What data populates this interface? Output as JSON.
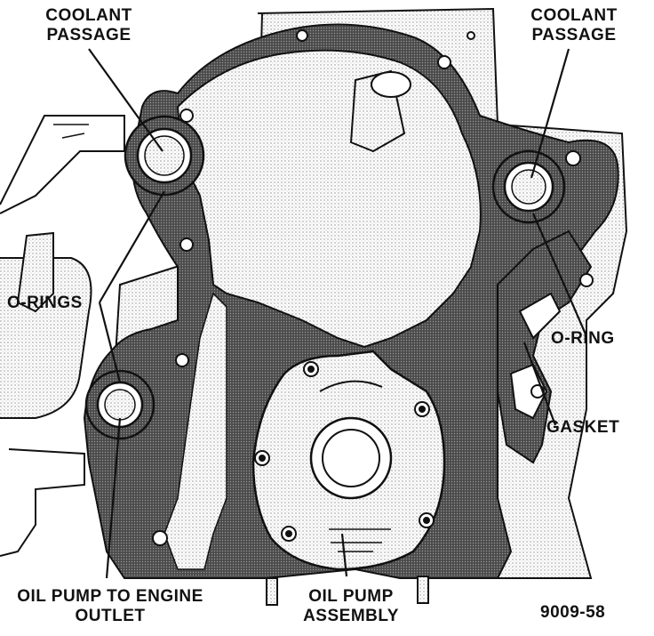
{
  "labels": {
    "coolant_left": [
      "COOLANT",
      "PASSAGE"
    ],
    "coolant_right": [
      "COOLANT",
      "PASSAGE"
    ],
    "o_rings": "O-RINGS",
    "o_ring": "O-RING",
    "gasket": "GASKET",
    "oil_outlet": [
      "OIL PUMP TO ENGINE",
      "OUTLET"
    ],
    "oil_pump": [
      "OIL PUMP",
      "ASSEMBLY"
    ],
    "figure_id": "9009-58"
  },
  "colors": {
    "line": "#111111",
    "gasket_fill": "#3a3a3a",
    "stipple": "#9a9a9a",
    "background": "#ffffff"
  }
}
